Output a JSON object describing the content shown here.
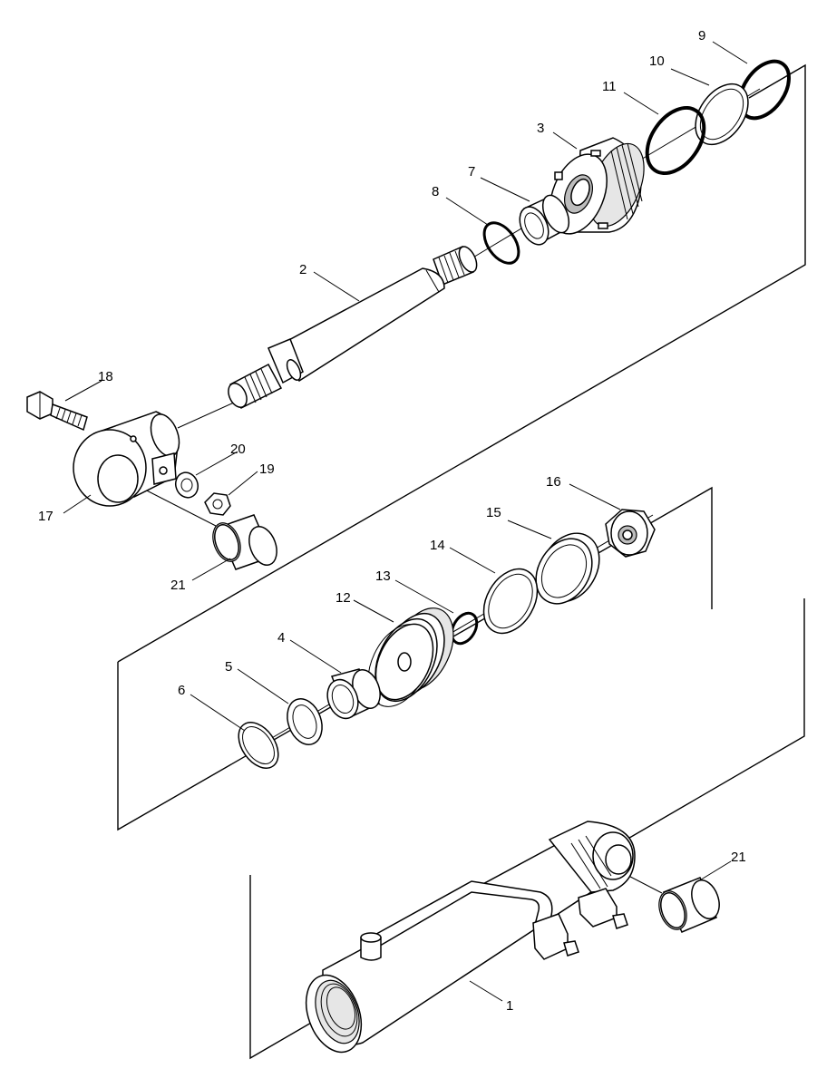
{
  "callouts": [
    {
      "id": "p1",
      "text": "1"
    },
    {
      "id": "p2",
      "text": "2"
    },
    {
      "id": "p3",
      "text": "3"
    },
    {
      "id": "p4",
      "text": "4"
    },
    {
      "id": "p5",
      "text": "5"
    },
    {
      "id": "p6",
      "text": "6"
    },
    {
      "id": "p7",
      "text": "7"
    },
    {
      "id": "p8",
      "text": "8"
    },
    {
      "id": "p9",
      "text": "9"
    },
    {
      "id": "p10",
      "text": "10"
    },
    {
      "id": "p11",
      "text": "11"
    },
    {
      "id": "p12",
      "text": "12"
    },
    {
      "id": "p13",
      "text": "13"
    },
    {
      "id": "p14",
      "text": "14"
    },
    {
      "id": "p15",
      "text": "15"
    },
    {
      "id": "p16",
      "text": "16"
    },
    {
      "id": "p17",
      "text": "17"
    },
    {
      "id": "p18",
      "text": "18"
    },
    {
      "id": "p19",
      "text": "19"
    },
    {
      "id": "p20",
      "text": "20"
    },
    {
      "id": "p21a",
      "text": "21"
    },
    {
      "id": "p21b",
      "text": "21"
    }
  ]
}
